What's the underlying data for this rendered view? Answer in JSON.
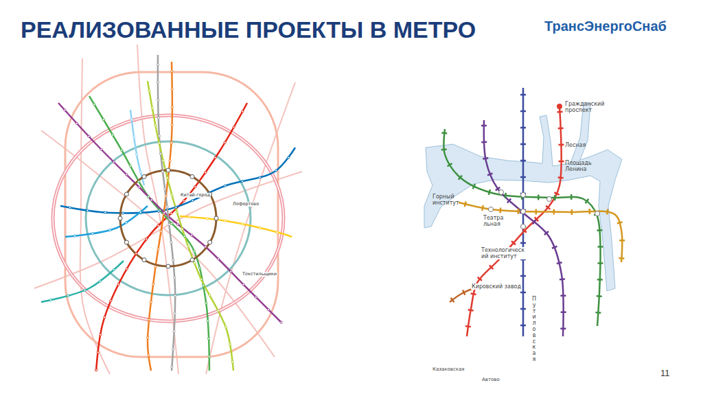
{
  "diagram": {
    "title": "РЕАЛИЗОВАННЫЕ ПРОЕКТЫ В МЕТРО",
    "labels": [
      "ТрансЭнергоСнаб",
      "Гражданский проспект",
      "Лесная",
      "Площадь Ленина",
      "Горный институт",
      "Театра льная",
      "Технологическ ий институт",
      "Кировский завод",
      "Путиловская",
      "Казаковская",
      "Автово",
      "Китай-город",
      "Лефортово",
      "Текстильщики",
      "11"
    ]
  }
}
